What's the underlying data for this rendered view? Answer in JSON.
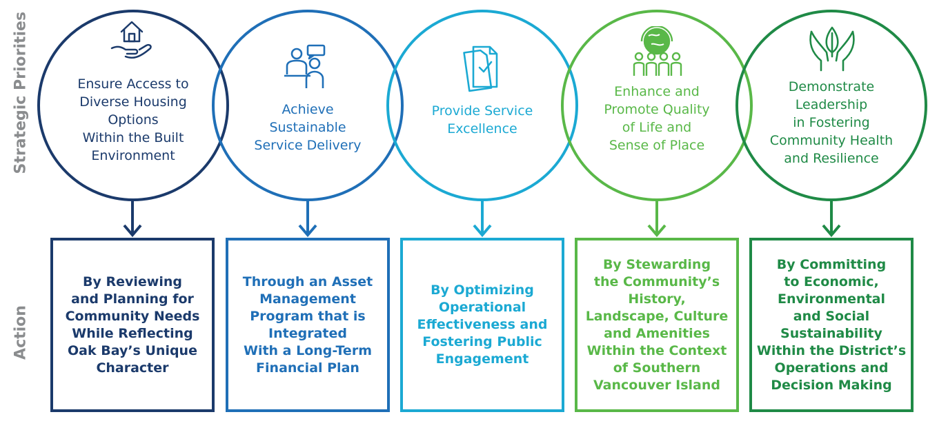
{
  "side_labels": {
    "top": "Strategic Priorities",
    "bottom": "Action"
  },
  "colors": {
    "navy": "#1b3a6b",
    "blue": "#1f6fb7",
    "teal": "#1ba9d3",
    "lightgreen": "#59b848",
    "green": "#1f8a46"
  },
  "priorities": [
    {
      "icon": "house-in-hand-icon",
      "text": "Ensure Access to\nDiverse Housing\nOptions\nWithin the Built\nEnvironment"
    },
    {
      "icon": "people-meeting-icon",
      "text": "Achieve\nSustainable\nService Delivery"
    },
    {
      "icon": "checked-documents-icon",
      "text": "Provide Service\nExcellence"
    },
    {
      "icon": "community-globe-icon",
      "text": "Enhance and\nPromote Quality\nof Life and\nSense of Place"
    },
    {
      "icon": "leaf-in-hands-icon",
      "text": "Demonstrate\nLeadership\nin Fostering\nCommunity Health\nand Resilience"
    }
  ],
  "actions": [
    {
      "text": "By Reviewing\nand Planning for\nCommunity Needs\nWhile Reflecting\nOak Bay’s Unique\nCharacter"
    },
    {
      "text": "Through an Asset\nManagement\nProgram that is\nIntegrated\nWith a Long-Term\nFinancial Plan"
    },
    {
      "text": "By Optimizing\nOperational\nEffectiveness and\nFostering Public\nEngagement"
    },
    {
      "text": "By Stewarding\nthe Community’s\nHistory,\nLandscape, Culture\nand Amenities\nWithin the Context\nof Southern\nVancouver Island"
    },
    {
      "text": "By Committing\nto Economic,\nEnvironmental\nand Social\nSustainability\nWithin the District’s\nOperations and\nDecision Making"
    }
  ]
}
